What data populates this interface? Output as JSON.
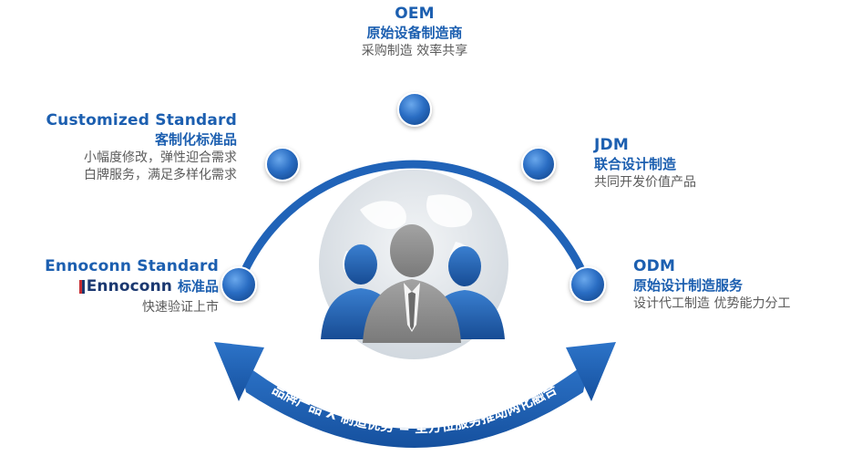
{
  "nodes": [
    {
      "id": "oem",
      "en": "OEM",
      "zh": "原始设备制造商",
      "desc": [
        "采购制造  效率共享"
      ]
    },
    {
      "id": "customized",
      "en": "Customized Standard",
      "zh": "客制化标准品",
      "desc": [
        "小幅度修改，弹性迎合需求",
        "白牌服务，满足多样化需求"
      ]
    },
    {
      "id": "jdm",
      "en": "JDM",
      "zh": "联合设计制造",
      "desc": [
        "共同开发价值产品"
      ]
    },
    {
      "id": "ennoconn",
      "en": "Ennoconn Standard",
      "logo_word": "Ennoconn",
      "zh": "标准品",
      "desc": [
        "快速验证上市"
      ]
    },
    {
      "id": "odm",
      "en": "ODM",
      "zh": "原始设计制造服务",
      "desc": [
        "设计代工制造  优势能力分工"
      ]
    }
  ],
  "banner": "品牌产品 X 制造优势 = 全方位服务推动两化融合",
  "colors": {
    "primary_blue": "#1c5fb0",
    "arc_blue": "#2063b8",
    "node_gradient_light": "#4b8fdc",
    "node_gradient_dark": "#1a5aaa",
    "people_front": "#8b8b8b",
    "people_back": "#1f5fb0",
    "globe": "#d9dee3",
    "text_gray": "#5b5b5b"
  },
  "icons": [
    "people-group-icon",
    "world-globe-icon",
    "ennoconn-logo-icon"
  ]
}
